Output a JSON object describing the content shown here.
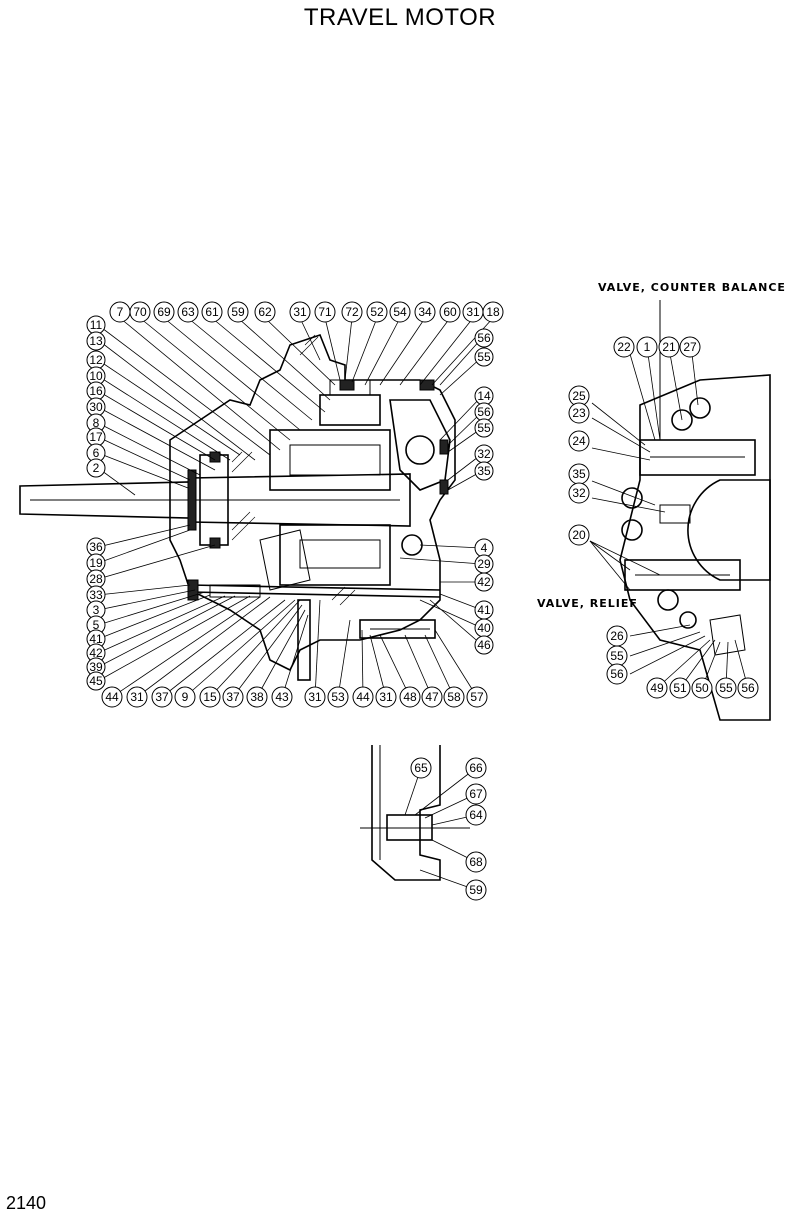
{
  "title": "TRAVEL MOTOR",
  "page_number": "2140",
  "labels": {
    "counter_balance": "VALVE, COUNTER BALANCE",
    "relief": "VALVE, RELIEF"
  },
  "callouts": [
    "7",
    "70",
    "69",
    "63",
    "61",
    "59",
    "62",
    "31",
    "71",
    "72",
    "52",
    "54",
    "34",
    "60",
    "31",
    "18",
    "11",
    "13",
    "12",
    "10",
    "16",
    "30",
    "8",
    "17",
    "6",
    "2",
    "56",
    "55",
    "14",
    "56",
    "55",
    "32",
    "35",
    "36",
    "19",
    "28",
    "33",
    "3",
    "5",
    "41",
    "42",
    "39",
    "45",
    "4",
    "29",
    "42",
    "41",
    "40",
    "46",
    "44",
    "31",
    "37",
    "9",
    "15",
    "37",
    "38",
    "43",
    "31",
    "53",
    "44",
    "31",
    "48",
    "47",
    "58",
    "57",
    "22",
    "1",
    "21",
    "27",
    "25",
    "23",
    "24",
    "35",
    "32",
    "20",
    "26",
    "55",
    "56",
    "49",
    "51",
    "50",
    "55",
    "56",
    "65",
    "66",
    "67",
    "64",
    "68",
    "59"
  ]
}
